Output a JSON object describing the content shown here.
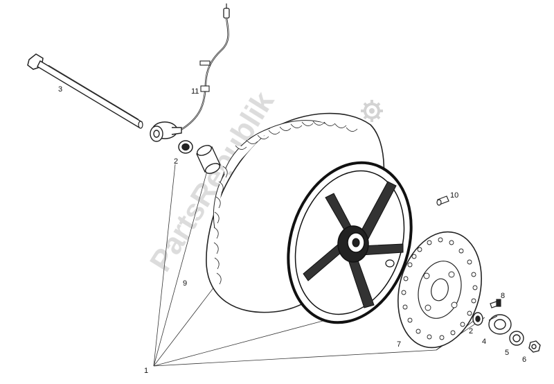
{
  "diagram": {
    "watermark": "PartsRepublik",
    "callouts": {
      "c1": "1",
      "c2a": "2",
      "c2b": "2",
      "c3": "3",
      "c4": "4",
      "c5": "5",
      "c6": "6",
      "c7": "7",
      "c8": "8",
      "c9": "9",
      "c10": "10",
      "c11": "11"
    }
  }
}
